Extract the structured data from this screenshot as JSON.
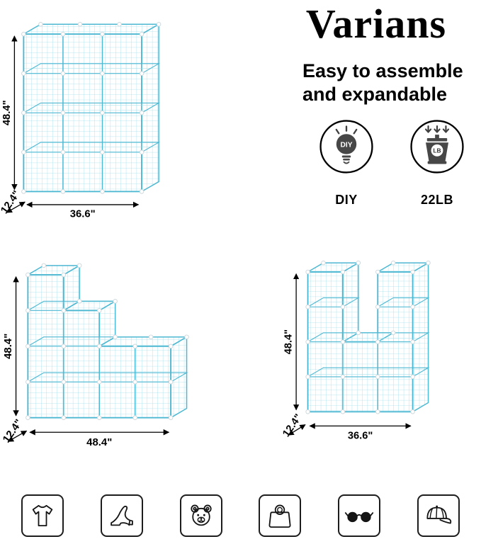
{
  "header": {
    "brand": "Varians",
    "tagline1": "Easy to assemble",
    "tagline2": "and expandable"
  },
  "features": {
    "diy": {
      "bulb_text": "DIY",
      "label": "DIY"
    },
    "weight": {
      "dial_text": "LB",
      "label": "22LB"
    }
  },
  "units": {
    "cube12": {
      "height": "48.4\"",
      "width": "36.6\"",
      "depth": "12.4\""
    },
    "staircase": {
      "height": "48.4\"",
      "width": "48.4\"",
      "depth": "12.4\""
    },
    "towers": {
      "height": "48.4\"",
      "width": "36.6\"",
      "depth": "12.4\""
    }
  },
  "categories": [
    "t-shirt",
    "high-heel",
    "teddy-bear",
    "handbag",
    "sunglasses",
    "baseball-cap"
  ],
  "colors": {
    "wire": "#4db8d2",
    "mesh": "#a5e0ec",
    "ink": "#000000"
  }
}
